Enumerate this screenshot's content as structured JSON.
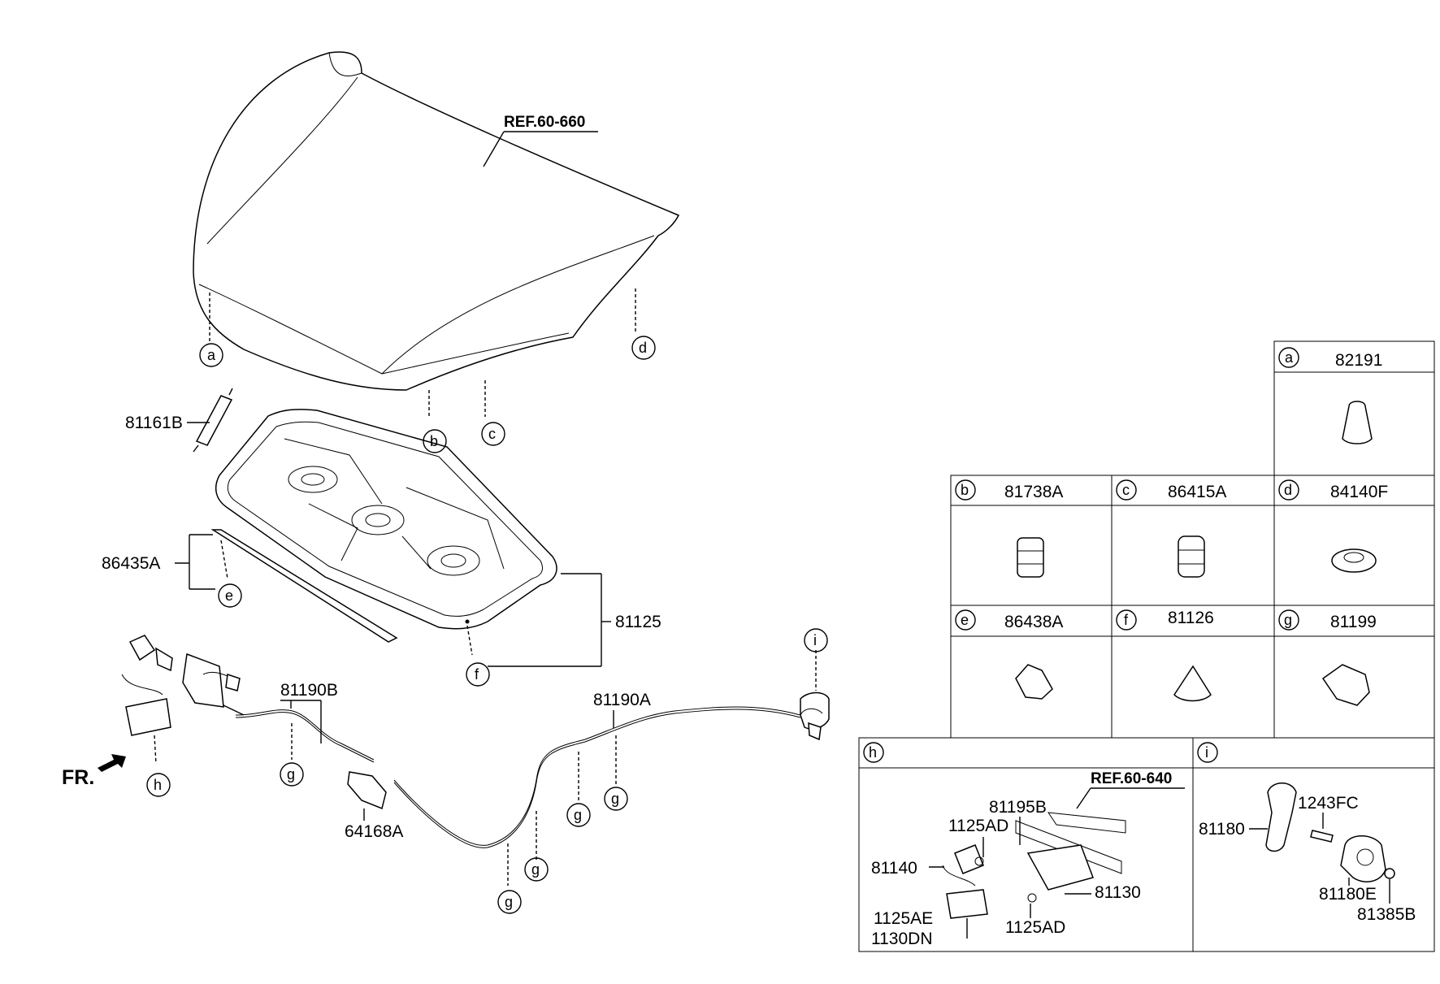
{
  "diagram": {
    "refs": {
      "hood": "REF.60-660",
      "latch": "REF.60-640"
    },
    "main_labels": {
      "stay": "81161B",
      "weatherstrip": "86435A",
      "insulator": "81125",
      "cable_b": "81190B",
      "cable_a": "81190A",
      "bracket": "64168A",
      "front": "FR."
    },
    "callouts": [
      "a",
      "b",
      "c",
      "d",
      "e",
      "f",
      "g",
      "h",
      "i"
    ],
    "legend": {
      "a": "82191",
      "b": "81738A",
      "c": "86415A",
      "d": "84140F",
      "e": "86438A",
      "f": "81126",
      "g": "81199"
    },
    "detail_h": {
      "letter": "h",
      "parts": [
        "81195B",
        "1125AD",
        "81140",
        "81130",
        "1125AD",
        "1125AE",
        "1130DN"
      ]
    },
    "detail_i": {
      "letter": "i",
      "parts": [
        "1243FC",
        "81180",
        "81180E",
        "81385B"
      ]
    }
  }
}
